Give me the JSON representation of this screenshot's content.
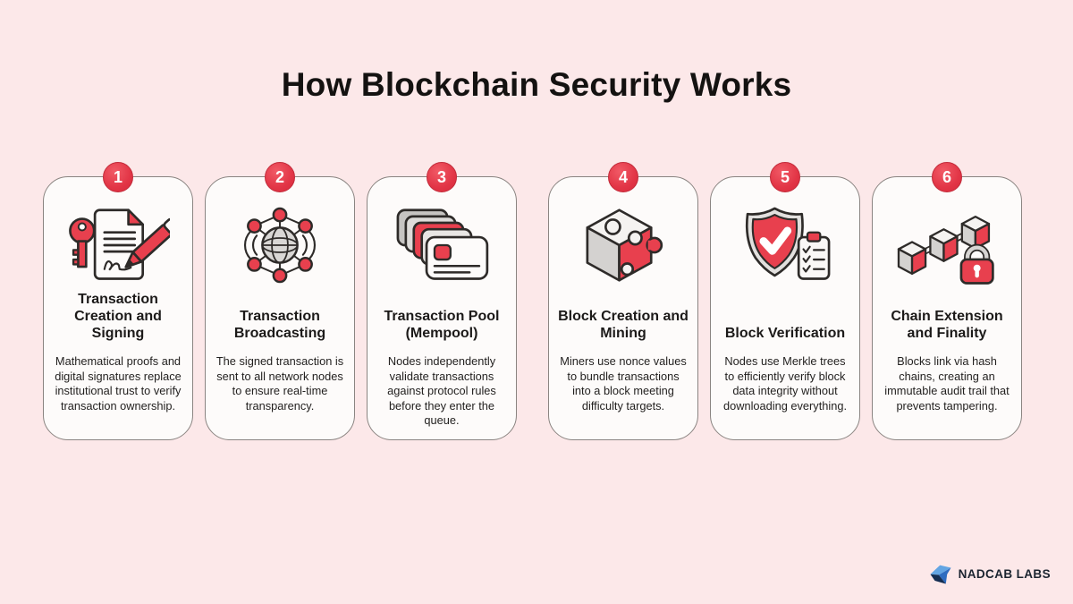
{
  "page": {
    "title": "How Blockchain Security Works"
  },
  "colors": {
    "background": "#fce8e9",
    "accent_red": "#e8404e",
    "card_background": "#fdfbfa",
    "card_border": "#8a8481",
    "outline_dark": "#2e2b29",
    "logo_blue_light": "#63a5e3",
    "logo_blue_mid": "#2e6cc0",
    "logo_blue_dark": "#132d52"
  },
  "steps": [
    {
      "number": "1",
      "icon": "document-key-pen-icon",
      "title": "Transaction Creation and Signing",
      "description": "Mathematical proofs and digital signatures replace institutional trust to verify transaction ownership."
    },
    {
      "number": "2",
      "icon": "globe-network-icon",
      "title": "Transaction Broadcasting",
      "description": "The signed transaction is sent to all network nodes to ensure real-time transparency."
    },
    {
      "number": "3",
      "icon": "card-stack-icon",
      "title": "Transaction Pool (Mempool)",
      "description": "Nodes independently validate transactions against protocol rules before they enter the queue."
    },
    {
      "number": "4",
      "icon": "puzzle-cube-icon",
      "title": "Block Creation and Mining",
      "description": "Miners use nonce values to bundle transactions into a block meeting difficulty targets."
    },
    {
      "number": "5",
      "icon": "shield-check-clipboard-icon",
      "title": "Block Verification",
      "description": "Nodes use Merkle trees to efficiently verify block data integrity without downloading everything."
    },
    {
      "number": "6",
      "icon": "cube-chain-lock-icon",
      "title": "Chain Extension and Finality",
      "description": "Blocks link via hash chains, creating an immutable audit trail that prevents tampering."
    }
  ],
  "footer": {
    "brand": "NADCAB LABS"
  }
}
